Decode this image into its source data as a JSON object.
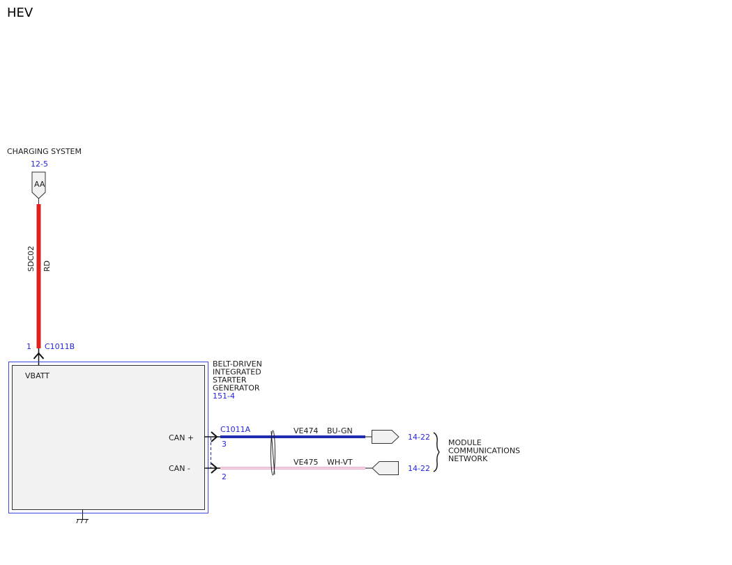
{
  "page": {
    "title": "HEV"
  },
  "charging": {
    "label": "CHARGING SYSTEM",
    "page_ref": "12-5",
    "connector_label": "AA",
    "circuit": "SDC02",
    "wire_color": "RD",
    "pin": "1",
    "connector": "C1011B"
  },
  "module": {
    "name_lines": [
      "BELT-DRIVEN",
      "INTEGRATED",
      "STARTER",
      "GENERATOR"
    ],
    "page_ref": "151-4",
    "pin_vbatt": "VBATT",
    "pin_can_plus": "CAN +",
    "pin_can_minus": "CAN -"
  },
  "can_bus": {
    "connector": "C1011A",
    "plus": {
      "pin": "3",
      "circuit": "VE474",
      "wire_color": "BU-GN",
      "page_ref": "14-22"
    },
    "minus": {
      "pin": "2",
      "circuit": "VE475",
      "wire_color": "WH-VT",
      "page_ref": "14-22"
    }
  },
  "network": {
    "label_lines": [
      "MODULE",
      "COMMUNICATIONS",
      "NETWORK"
    ]
  },
  "colors": {
    "red_wire": "#e0201e",
    "blue_wire": "#1f2bb0",
    "pink_wire": "#e8b4cf",
    "ref_text": "#2323e0",
    "module_fill": "#f2f2f2",
    "module_outline": "#3b46e0"
  }
}
